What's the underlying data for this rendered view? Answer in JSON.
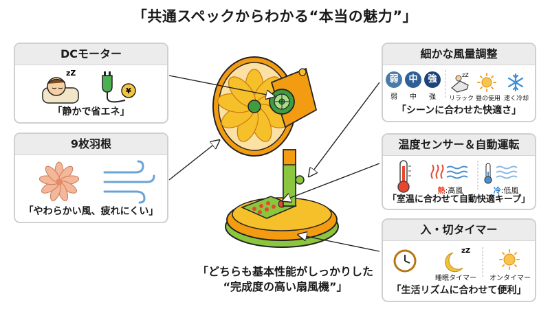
{
  "title": "「共通スペックからわかる“本当の魅力”」",
  "cards": {
    "dc_motor": {
      "header": "DCモーター",
      "footer": "「静かで省エネ」",
      "sleep_z": "zZ",
      "coin": "¥"
    },
    "blades": {
      "header": "9枚羽根",
      "footer": "「やわらかい風、疲れにくい」"
    },
    "airflow": {
      "header": "細かな風量調整",
      "levels": [
        {
          "glyph": "弱",
          "label": "弱",
          "color": "#4a7aa8"
        },
        {
          "glyph": "中",
          "label": "中",
          "color": "#2f5f95"
        },
        {
          "glyph": "強",
          "label": "強",
          "color": "#1d4478"
        }
      ],
      "scenes": [
        "リラック",
        "昼の使用",
        "速く冷却"
      ],
      "relax_z": "zZ",
      "footer": "「シーンに合わせた快適さ」"
    },
    "sensor": {
      "header": "温度センサー＆自動運転",
      "hot_prefix": "熱",
      "hot_suffix": ":高風",
      "cold_prefix": "冷",
      "cold_suffix": ":低風",
      "footer": "「室温に合わせて自動快適キープ」"
    },
    "timer": {
      "header": "入・切タイマー",
      "sleep_label": "睡眠タイマー",
      "on_label": "オンタイマー",
      "sleep_z": "zZ",
      "footer": "「生活リズムに合わせて便利」"
    }
  },
  "caption": {
    "line1": "「どちらも基本性能がしっかりした",
    "line2": "“完成度の高い扇風機”」"
  },
  "colors": {
    "fan_orange": "#ef7d1a",
    "fan_yellow": "#f6c02b",
    "motor_green": "#3f9c3f",
    "base_green": "#8cc63f",
    "hot_red": "#e8472d",
    "cold_blue": "#4a90d0"
  },
  "icons": [
    "sleeping-face-icon",
    "plug-icon",
    "coin-icon",
    "flower-fan-icon",
    "wind-icon",
    "relax-icon",
    "sun-icon",
    "snowflake-icon",
    "thermometer-icon",
    "heat-waves-icon",
    "clock-icon",
    "moon-icon"
  ]
}
